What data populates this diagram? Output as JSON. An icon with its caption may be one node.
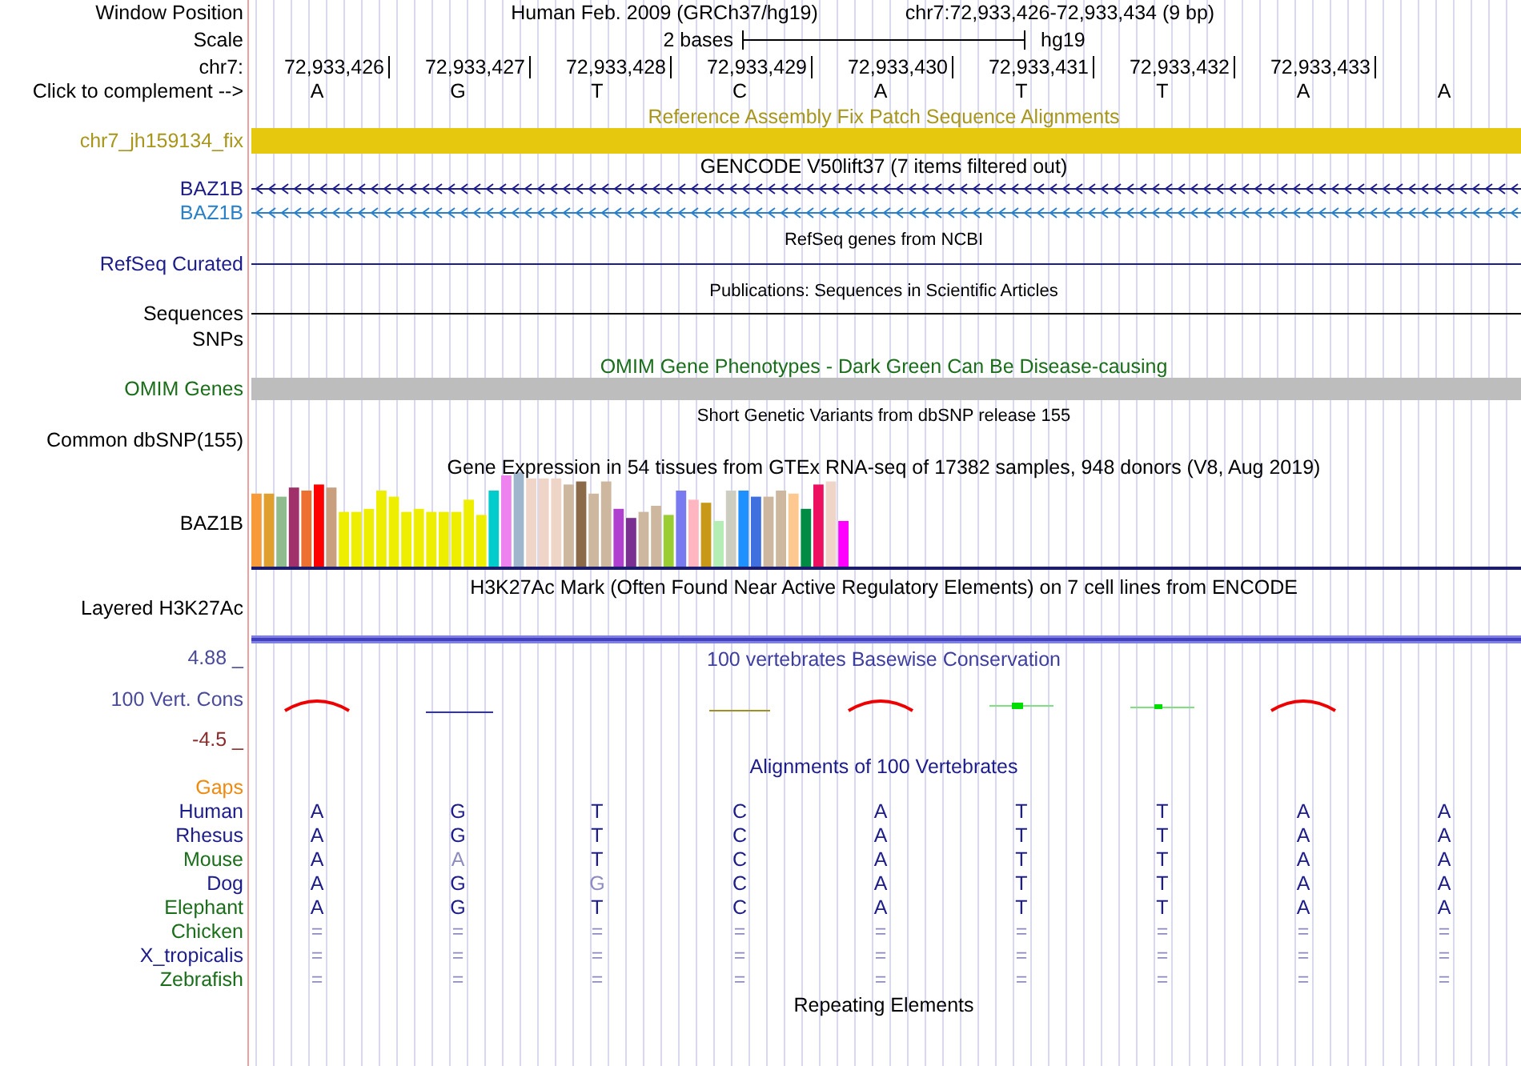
{
  "diagram": {
    "nodes": [
      {
        "text": [],
        "shape": "bar"
      },
      {
        "text": [],
        "shape": "bar"
      }
    ],
    "labels": [
      "Window Position",
      "Human Feb. 2009 (GRCh37/hg19)",
      "chr7:72,933,426-72,933,434 (9 bp)",
      "Scale",
      "2 bases",
      "hg19",
      "chr7:",
      "72,933,426",
      "72,933,427",
      "72,933,428",
      "72,933,429",
      "72,933,430",
      "72,933,431",
      "72,933,432",
      "72,933,433",
      "Click to complement -->",
      "A",
      "G",
      "T",
      "C",
      "A",
      "T",
      "T",
      "A",
      "A",
      "Reference Assembly Fix Patch Sequence Alignments",
      "chr7_jh159134_fix",
      "GENCODE V50lift37 (7 items filtered out)",
      "BAZ1B",
      "BAZ1B",
      "RefSeq genes from NCBI",
      "RefSeq Curated",
      "Publications: Sequences in Scientific Articles",
      "Sequences",
      "SNPs",
      "OMIM Gene Phenotypes - Dark Green Can Be Disease-causing",
      "OMIM Genes",
      "Short Genetic Variants from dbSNP release 155",
      "Common dbSNP(155)",
      "Gene Expression in 54 tissues from GTEx RNA-seq of 17382 samples, 948 donors (V8, Aug 2019)",
      "BAZ1B",
      "H3K27Ac Mark (Often Found Near Active Regulatory Elements) on 7 cell lines from ENCODE",
      "Layered H3K27Ac",
      "4.88 _",
      "100 vertebrates Basewise Conservation",
      "100 Vert. Cons",
      "-4.5 _",
      "Alignments of 100 Vertebrates",
      "Gaps",
      "Human",
      "A",
      "G",
      "T",
      "C",
      "A",
      "T",
      "T",
      "A",
      "A",
      "Rhesus",
      "A",
      "G",
      "T",
      "C",
      "A",
      "T",
      "T",
      "A",
      "A",
      "Mouse",
      "A",
      "A",
      "T",
      "C",
      "A",
      "T",
      "T",
      "A",
      "A",
      "Dog",
      "A",
      "G",
      "G",
      "C",
      "A",
      "T",
      "T",
      "A",
      "A",
      "Elephant",
      "A",
      "G",
      "T",
      "C",
      "A",
      "T",
      "T",
      "A",
      "A",
      "Chicken",
      "=",
      "=",
      "=",
      "=",
      "=",
      "=",
      "=",
      "=",
      "=",
      "X_tropicalis",
      "=",
      "=",
      "=",
      "=",
      "=",
      "=",
      "=",
      "=",
      "=",
      "Zebrafish",
      "=",
      "=",
      "=",
      "=",
      "=",
      "=",
      "=",
      "=",
      "=",
      "Repeating Elements"
    ]
  }
}
